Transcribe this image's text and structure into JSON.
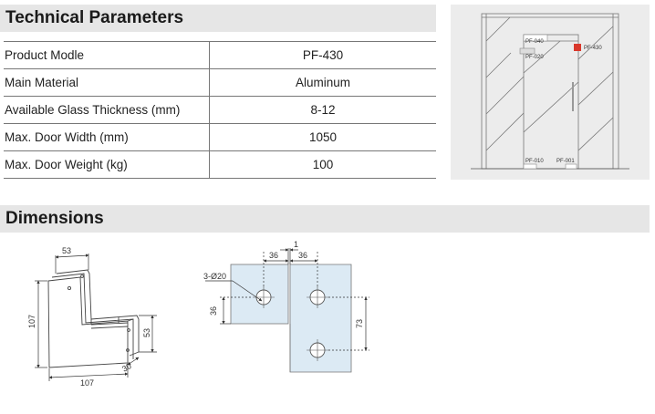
{
  "technical_parameters": {
    "title": "Technical Parameters",
    "rows": [
      {
        "label": "Product Modle",
        "value": "PF-430"
      },
      {
        "label": "Main Material",
        "value": "Aluminum"
      },
      {
        "label": "Available Glass Thickness (mm)",
        "value": "8-12"
      },
      {
        "label": "Max. Door Width (mm)",
        "value": "1050"
      },
      {
        "label": "Max. Door Weight (kg)",
        "value": "100"
      }
    ]
  },
  "door_diagram": {
    "labels": {
      "pf040": "PF-040",
      "pf020": "PF-020",
      "pf430": "PF-430",
      "pf010": "PF-010",
      "pf001": "PF-001"
    },
    "highlight_color": "#d9382c"
  },
  "dimensions": {
    "title": "Dimensions",
    "iso": {
      "top_width": "53",
      "height": "107",
      "bottom_width": "107",
      "right_height": "53",
      "depth": "30"
    },
    "flat": {
      "gap": "1",
      "left_offset": "36",
      "right_offset": "36",
      "holes": "3-Ø20",
      "left_height": "36",
      "right_height": "73"
    }
  }
}
